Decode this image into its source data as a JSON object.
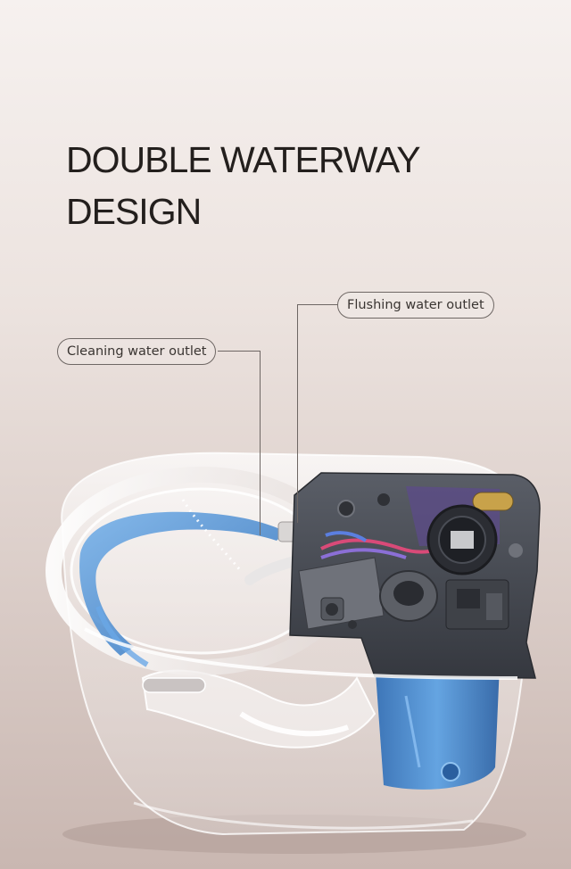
{
  "title": {
    "line1": "DOUBLE WATERWAY",
    "line2": "DESIGN"
  },
  "callouts": {
    "cleaning": "Cleaning water outlet",
    "flushing": "Flushing water outlet"
  },
  "colors": {
    "text": "#231f1d",
    "water": "#4b8fd6",
    "tank_blue": "#3d7fc9",
    "mechanism": "#4a4d55"
  }
}
